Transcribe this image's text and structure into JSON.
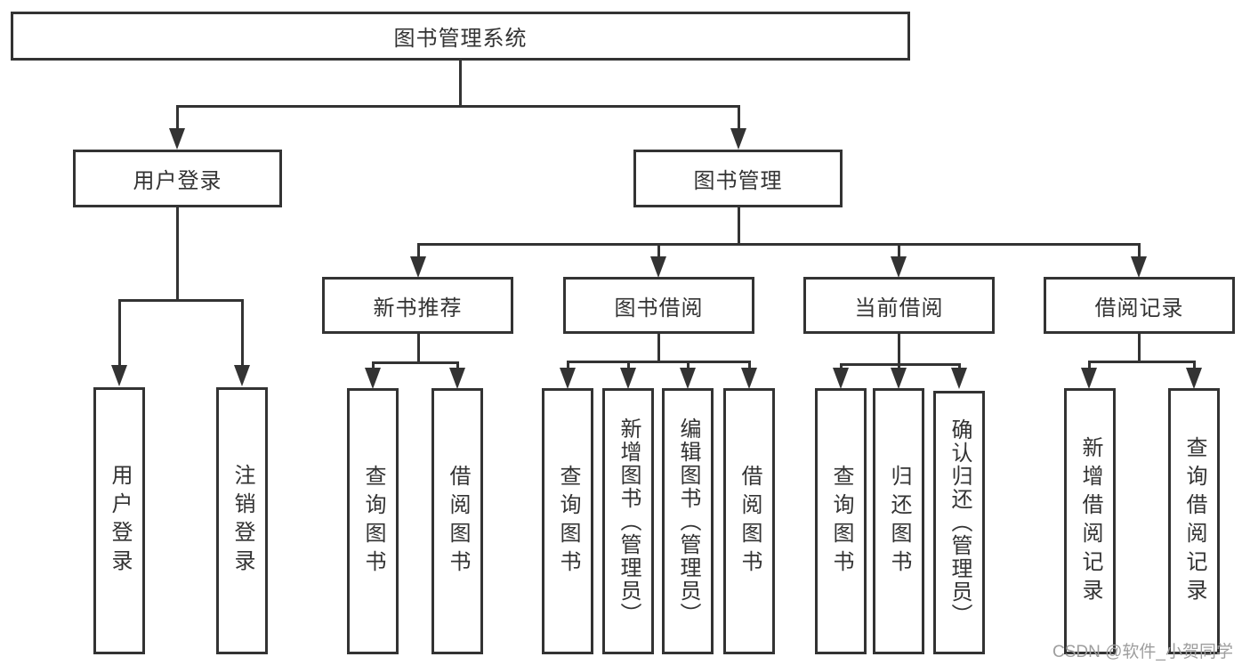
{
  "nodes": {
    "root": "图书管理系统",
    "user_login": "用户登录",
    "book_mgmt": "图书管理",
    "new_book_rec": "新书推荐",
    "book_borrow": "图书借阅",
    "current_borrow": "当前借阅",
    "borrow_record": "借阅记录",
    "leaf_user_login": "用户登录",
    "leaf_logout": "注销登录",
    "leaf_query_book_1": "查询图书",
    "leaf_borrow_book_1": "借阅图书",
    "leaf_query_book_2": "查询图书",
    "leaf_add_book": "新增图书（管理员）",
    "leaf_edit_book": "编辑图书（管理员）",
    "leaf_borrow_book_2": "借阅图书",
    "leaf_query_book_3": "查询图书",
    "leaf_return_book": "归还图书",
    "leaf_confirm_return": "确认归还（管理员）",
    "leaf_add_record": "新增借阅记录",
    "leaf_query_record": "查询借阅记录"
  },
  "watermark": "CSDN @软件_小贺同学",
  "colors": {
    "line": "#333333",
    "text": "#333333",
    "watermark": "#9e9e9e"
  }
}
